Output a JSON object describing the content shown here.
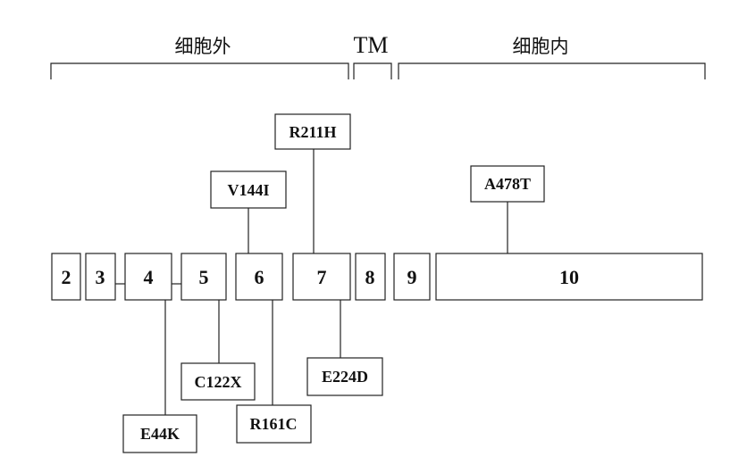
{
  "regions": {
    "extracellular": "细胞外",
    "transmembrane": "TM",
    "intracellular": "细胞内"
  },
  "exons": {
    "e2": "2",
    "e3": "3",
    "e4": "4",
    "e5": "5",
    "e6": "6",
    "e7": "7",
    "e8": "8",
    "e9": "9",
    "e10": "10"
  },
  "mutations": {
    "r211h": "R211H",
    "v144i": "V144I",
    "a478t": "A478T",
    "c122x": "C122X",
    "e224d": "E224D",
    "e44k": "E44K",
    "r161c": "R161C"
  }
}
